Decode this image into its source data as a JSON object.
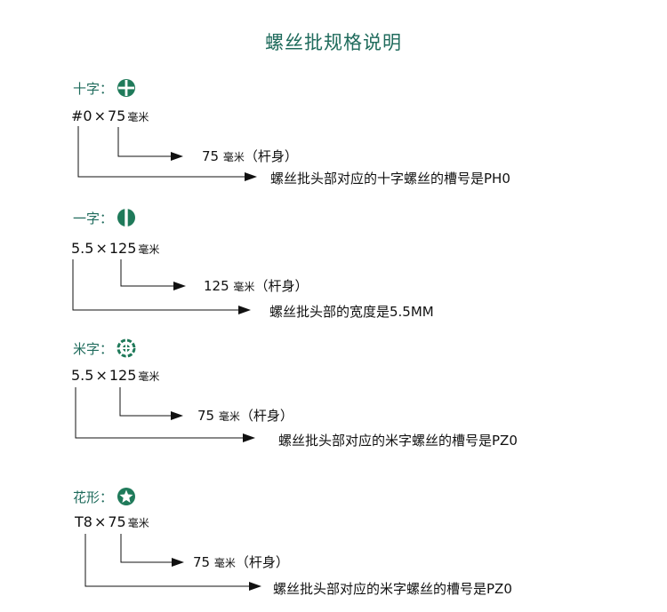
{
  "title": "螺丝批规格说明",
  "sections": [
    {
      "type_label": "十字：",
      "icon": "phillips-cross-icon",
      "spec_prefix": "#0",
      "times": "×",
      "spec_size": "75",
      "spec_unit": "毫米",
      "shaft_value": "75",
      "shaft_unit": "毫米",
      "shaft_note": "（杆身）",
      "tip_note": "螺丝批头部对应的十字螺丝的槽号是PH0"
    },
    {
      "type_label": "一字：",
      "icon": "slotted-icon",
      "spec_prefix": "5.5",
      "times": "×",
      "spec_size": "125",
      "spec_unit": "毫米",
      "shaft_value": "125",
      "shaft_unit": "毫米",
      "shaft_note": "（杆身）",
      "tip_note": "螺丝批头部的宽度是5.5MM"
    },
    {
      "type_label": "米字：",
      "icon": "pozidriv-icon",
      "spec_prefix": "5.5",
      "times": "×",
      "spec_size": "125",
      "spec_unit": "毫米",
      "shaft_value": "75",
      "shaft_unit": "毫米",
      "shaft_note": "（杆身）",
      "tip_note": "螺丝批头部对应的米字螺丝的槽号是PZ0"
    },
    {
      "type_label": "花形：",
      "icon": "torx-star-icon",
      "spec_prefix": "T8",
      "times": "×",
      "spec_size": "75",
      "spec_unit": "毫米",
      "shaft_value": "75",
      "shaft_unit": "毫米",
      "shaft_note": "（杆身）",
      "tip_note": "螺丝批头部对应的米字螺丝的槽号是PZ0"
    }
  ],
  "colors": {
    "title": "#1f6b5c",
    "icon": "#1f7a5a",
    "line": "#111111"
  }
}
